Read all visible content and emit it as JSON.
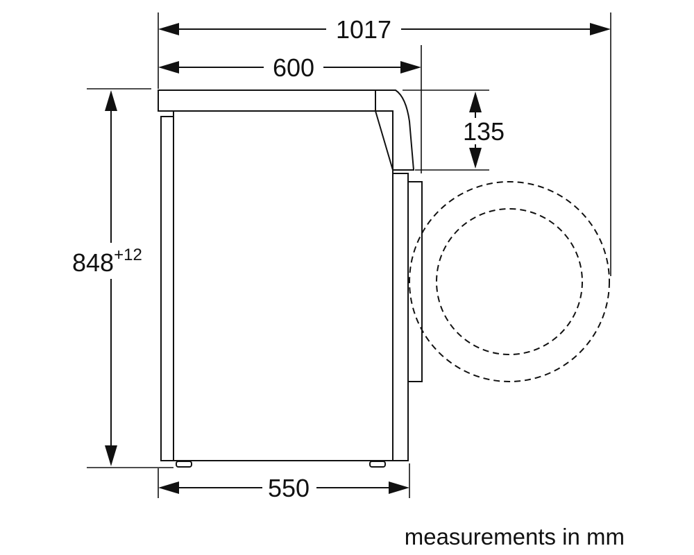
{
  "dimensions": {
    "total_depth_door_open": "1017",
    "depth_with_top": "600",
    "body_depth": "550",
    "height": "848",
    "height_tolerance": "+12",
    "top_offset": "135"
  },
  "note": "measurements in mm"
}
